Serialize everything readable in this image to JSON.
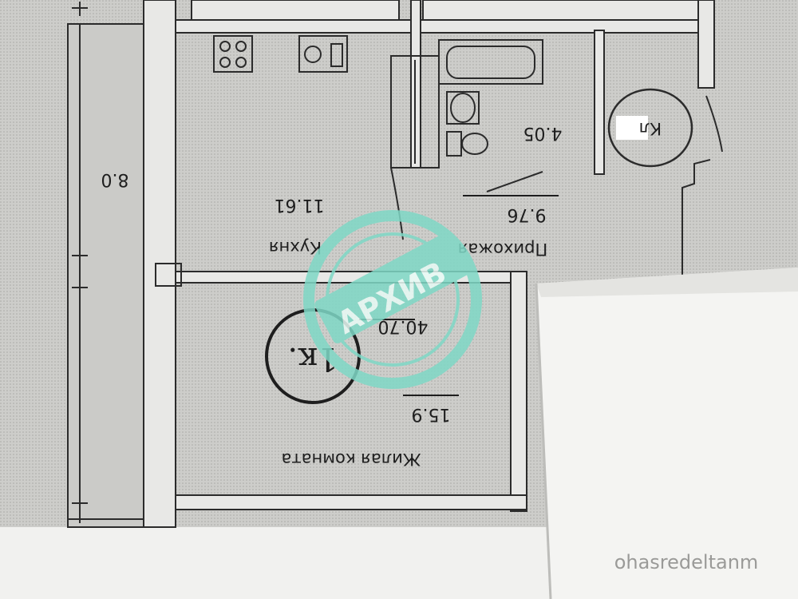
{
  "plan": {
    "total_area": "40.70",
    "rooms_badge": "1к.",
    "rooms": [
      {
        "id": "living",
        "label": "Жилая комната",
        "area": "15.9"
      },
      {
        "id": "kitchen",
        "label": "Кухня",
        "area": "11.61"
      },
      {
        "id": "hall",
        "label": "Прихожая",
        "area": "9.76"
      },
      {
        "id": "bath",
        "label": "",
        "area": "4.05"
      },
      {
        "id": "balcony",
        "label": "",
        "area": "8.0"
      }
    ],
    "closet_label": "Кл"
  },
  "stamp": {
    "text": "АРХИВ"
  },
  "watermark": {
    "text": "ohasredeltanm"
  },
  "colors": {
    "stamp": "#7fd8c6",
    "paper": "#f4f4f2",
    "plan_bg": "#cfcfcc"
  }
}
